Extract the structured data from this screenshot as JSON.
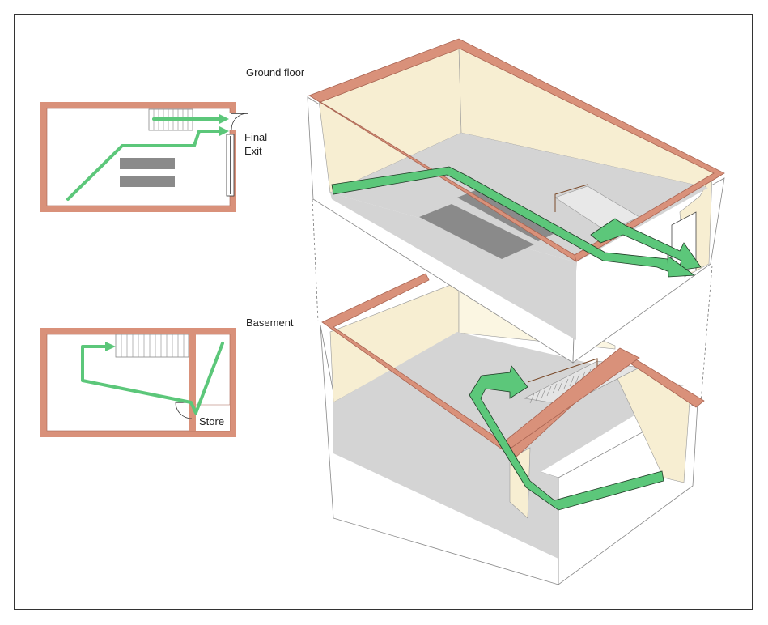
{
  "labels": {
    "ground_floor": "Ground floor",
    "basement": "Basement",
    "final": "Final",
    "exit": "Exit",
    "store": "Store"
  },
  "colors": {
    "wall": "#d9917a",
    "wall_stroke": "#a86452",
    "floor": "#d4d4d4",
    "inner_wall": "#f7eed2",
    "route": "#5cc77a",
    "route_stroke": "#1f3b25",
    "obstruction": "#8a8a8a",
    "door": "#7a4a2a"
  }
}
